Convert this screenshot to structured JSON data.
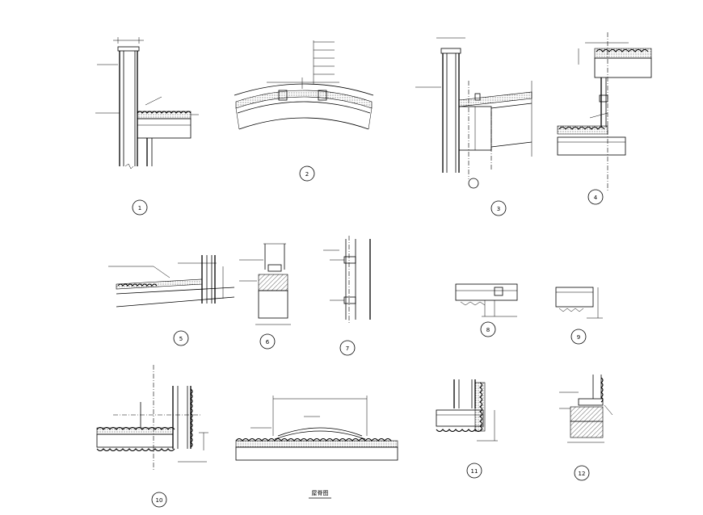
{
  "sheet": {
    "caption": "屋脊图",
    "background": "#ffffff",
    "line_color": "#000000"
  },
  "details": [
    {
      "number": "1"
    },
    {
      "number": "2"
    },
    {
      "number": "3"
    },
    {
      "number": "4"
    },
    {
      "number": "5"
    },
    {
      "number": "6"
    },
    {
      "number": "7"
    },
    {
      "number": "8"
    },
    {
      "number": "9"
    },
    {
      "number": "10"
    },
    {
      "number": "11"
    },
    {
      "number": "12"
    }
  ]
}
